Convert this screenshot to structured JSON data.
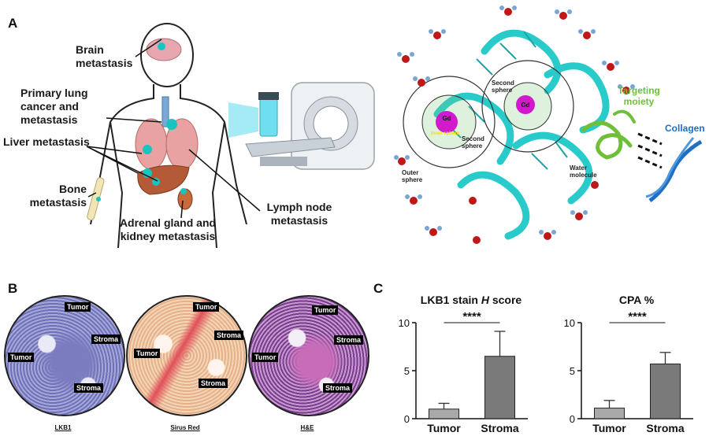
{
  "panel_a": {
    "letter": "A",
    "labels": {
      "brain": "Brain metastasis",
      "lung": "Primary lung cancer and metastasis",
      "liver": "Liver metastasis",
      "bone": "Bone metastasis",
      "adrenal": "Adrenal gland and kidney metastasis",
      "lymph": "Lymph node metastasis"
    },
    "molecule": {
      "gd_1": "Gd",
      "gd_2": "Gd",
      "inner": "Inner sphere",
      "second_1": "Second sphere",
      "second_2": "Second sphere",
      "outer": "Outer sphere",
      "water": "Water molecule",
      "targeting": "Targeting moiety",
      "collagen": "Collagen"
    },
    "colors": {
      "protein": "#1ec8c8",
      "gd": "#d11acc",
      "targeting": "#6fbf3a",
      "collagen": "#1f6fc4",
      "water_o": "#c01818",
      "water_h": "#7aa6d6"
    }
  },
  "panel_b": {
    "letter": "B",
    "images": [
      {
        "caption": "LKB1",
        "tags": [
          "Tumor",
          "Stroma",
          "Tumor",
          "Stroma"
        ]
      },
      {
        "caption": "Sirus Red",
        "tags": [
          "Tumor",
          "Stroma",
          "Tumor",
          "Stroma"
        ]
      },
      {
        "caption": "H&E",
        "tags": [
          "Tumor",
          "Stroma",
          "Tumor",
          "Stroma"
        ]
      }
    ]
  },
  "panel_c": {
    "letter": "C",
    "significance": "****",
    "chart_data": [
      {
        "type": "bar",
        "title": "LKB1 stain H score",
        "categories": [
          "Tumor",
          "Stroma"
        ],
        "values": [
          1.0,
          6.5
        ],
        "errors": [
          0.6,
          2.6
        ],
        "ylim": [
          0,
          10
        ],
        "yticks": [
          "0",
          "5",
          "10"
        ],
        "colors": [
          "#a9a9a9",
          "#7a7a7a"
        ]
      },
      {
        "type": "bar",
        "title": "CPA %",
        "categories": [
          "Tumor",
          "Stroma"
        ],
        "values": [
          1.1,
          5.7
        ],
        "errors": [
          0.8,
          1.2
        ],
        "ylim": [
          0,
          10
        ],
        "yticks": [
          "0",
          "5",
          "10"
        ],
        "colors": [
          "#a9a9a9",
          "#7a7a7a"
        ]
      }
    ]
  }
}
